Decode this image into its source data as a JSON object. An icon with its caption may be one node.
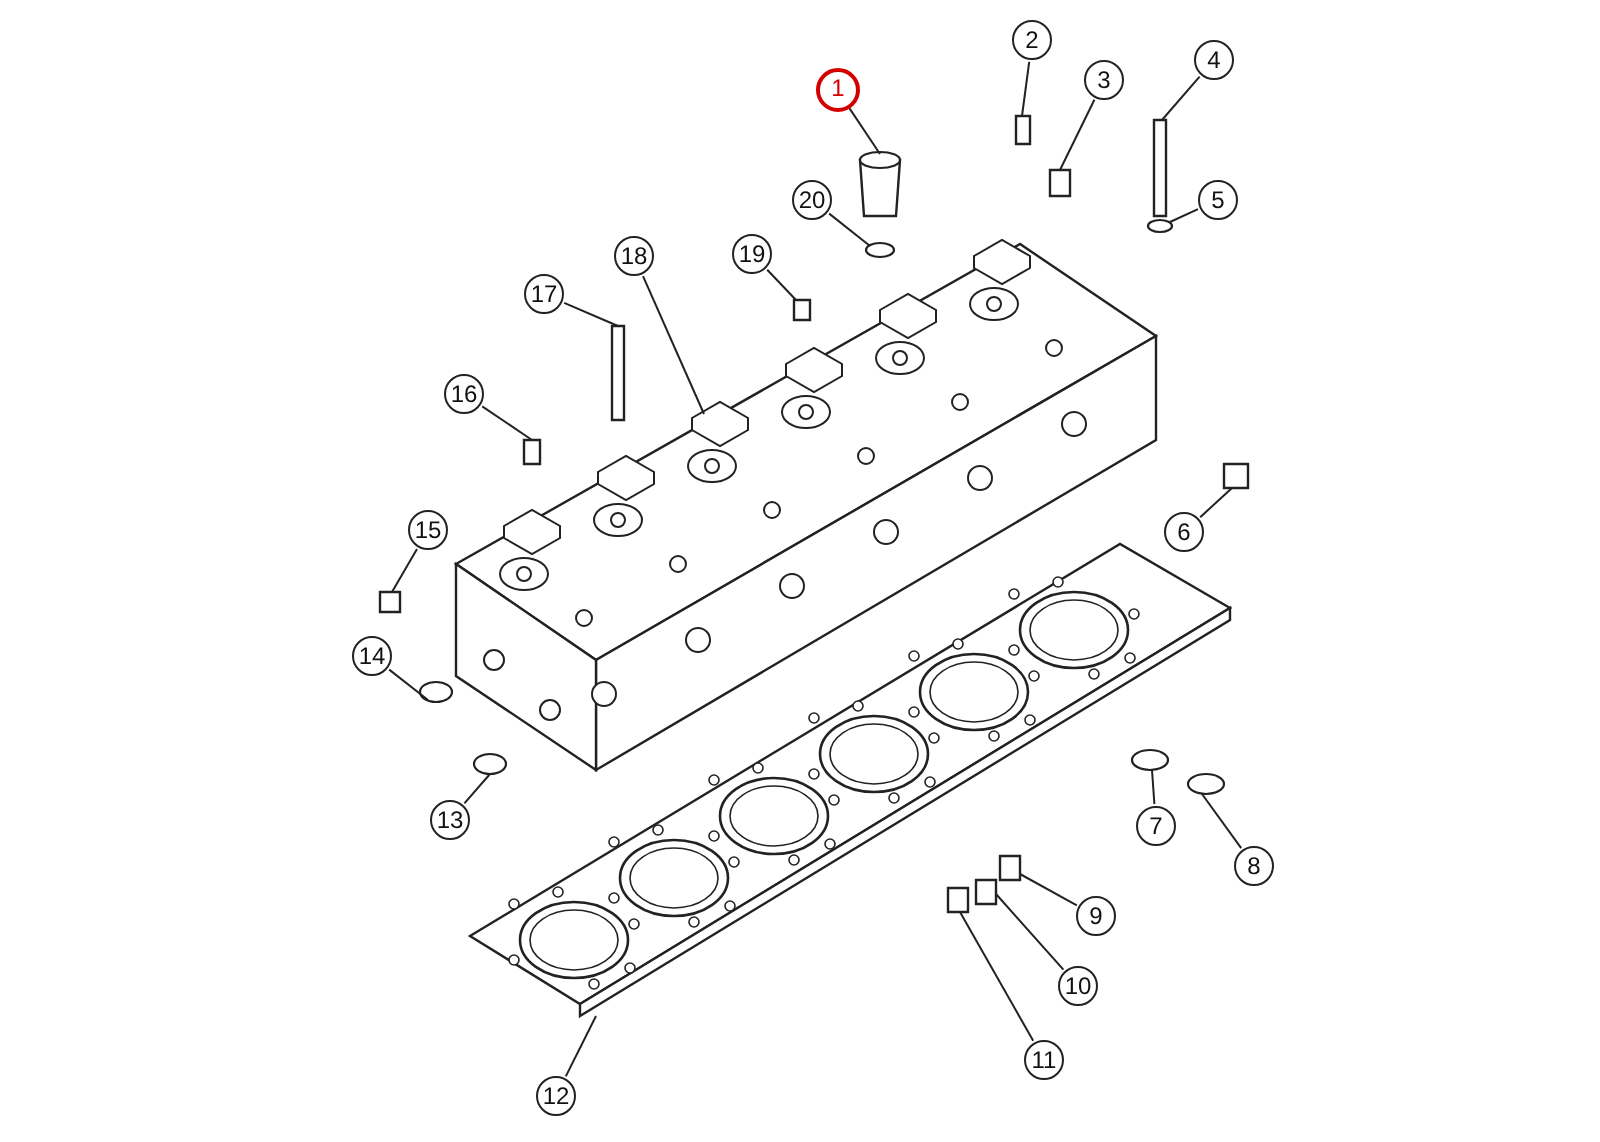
{
  "diagram": {
    "nodes": [
      {
        "text": [
          "1"
        ]
      },
      {
        "text": [
          "2"
        ]
      },
      {
        "text": [
          "3"
        ]
      },
      {
        "text": [
          "4"
        ]
      },
      {
        "text": [
          "5"
        ]
      },
      {
        "text": [
          "6"
        ]
      },
      {
        "text": [
          "7"
        ]
      },
      {
        "text": [
          "8"
        ]
      },
      {
        "text": [
          "9"
        ]
      },
      {
        "text": [
          "10"
        ]
      },
      {
        "text": [
          "11"
        ]
      },
      {
        "text": [
          "12"
        ]
      },
      {
        "text": [
          "13"
        ]
      },
      {
        "text": [
          "14"
        ]
      },
      {
        "text": [
          "15"
        ]
      },
      {
        "text": [
          "16"
        ]
      },
      {
        "text": [
          "17"
        ]
      },
      {
        "text": [
          "18"
        ]
      },
      {
        "text": [
          "19"
        ]
      },
      {
        "text": [
          "20"
        ]
      },
      {
        "text": [],
        "shape": "cylinder"
      },
      {
        "text": [],
        "shape": "box"
      },
      {
        "text": [],
        "shape": "box"
      },
      {
        "text": [],
        "shape": "box"
      },
      {
        "text": [],
        "shape": "circle"
      },
      {
        "text": [],
        "shape": "box"
      },
      {
        "text": [],
        "shape": "circle"
      },
      {
        "text": [],
        "shape": "circle"
      },
      {
        "text": [],
        "shape": "box"
      },
      {
        "text": [],
        "shape": "box"
      },
      {
        "text": [],
        "shape": "box"
      },
      {
        "text": [],
        "shape": "picture"
      },
      {
        "text": [],
        "shape": "circle"
      },
      {
        "text": [],
        "shape": "circle"
      },
      {
        "text": [],
        "shape": "box"
      },
      {
        "text": [],
        "shape": "box"
      },
      {
        "text": [],
        "shape": "box"
      },
      {
        "text": [],
        "shape": "picture"
      },
      {
        "text": [],
        "shape": "box"
      },
      {
        "text": [],
        "shape": "circle"
      }
    ],
    "edges": [
      {
        "from": 0,
        "to": 20,
        "arrow": "none"
      },
      {
        "from": 1,
        "to": 21,
        "arrow": "none"
      },
      {
        "from": 2,
        "to": 22,
        "arrow": "none"
      },
      {
        "from": 3,
        "to": 23,
        "arrow": "none"
      },
      {
        "from": 4,
        "to": 24,
        "arrow": "none"
      },
      {
        "from": 5,
        "to": 25,
        "arrow": "none"
      },
      {
        "from": 6,
        "to": 26,
        "arrow": "none"
      },
      {
        "from": 7,
        "to": 27,
        "arrow": "none"
      },
      {
        "from": 8,
        "to": 28,
        "arrow": "none"
      },
      {
        "from": 9,
        "to": 29,
        "arrow": "none"
      },
      {
        "from": 10,
        "to": 30,
        "arrow": "none"
      },
      {
        "from": 11,
        "to": 31,
        "arrow": "none"
      },
      {
        "from": 12,
        "to": 32,
        "arrow": "none"
      },
      {
        "from": 13,
        "to": 33,
        "arrow": "none"
      },
      {
        "from": 14,
        "to": 34,
        "arrow": "none"
      },
      {
        "from": 15,
        "to": 35,
        "arrow": "none"
      },
      {
        "from": 16,
        "to": 36,
        "arrow": "none"
      },
      {
        "from": 17,
        "to": 37,
        "arrow": "none"
      },
      {
        "from": 18,
        "to": 38,
        "arrow": "none"
      },
      {
        "from": 19,
        "to": 39,
        "arrow": "none"
      }
    ]
  }
}
